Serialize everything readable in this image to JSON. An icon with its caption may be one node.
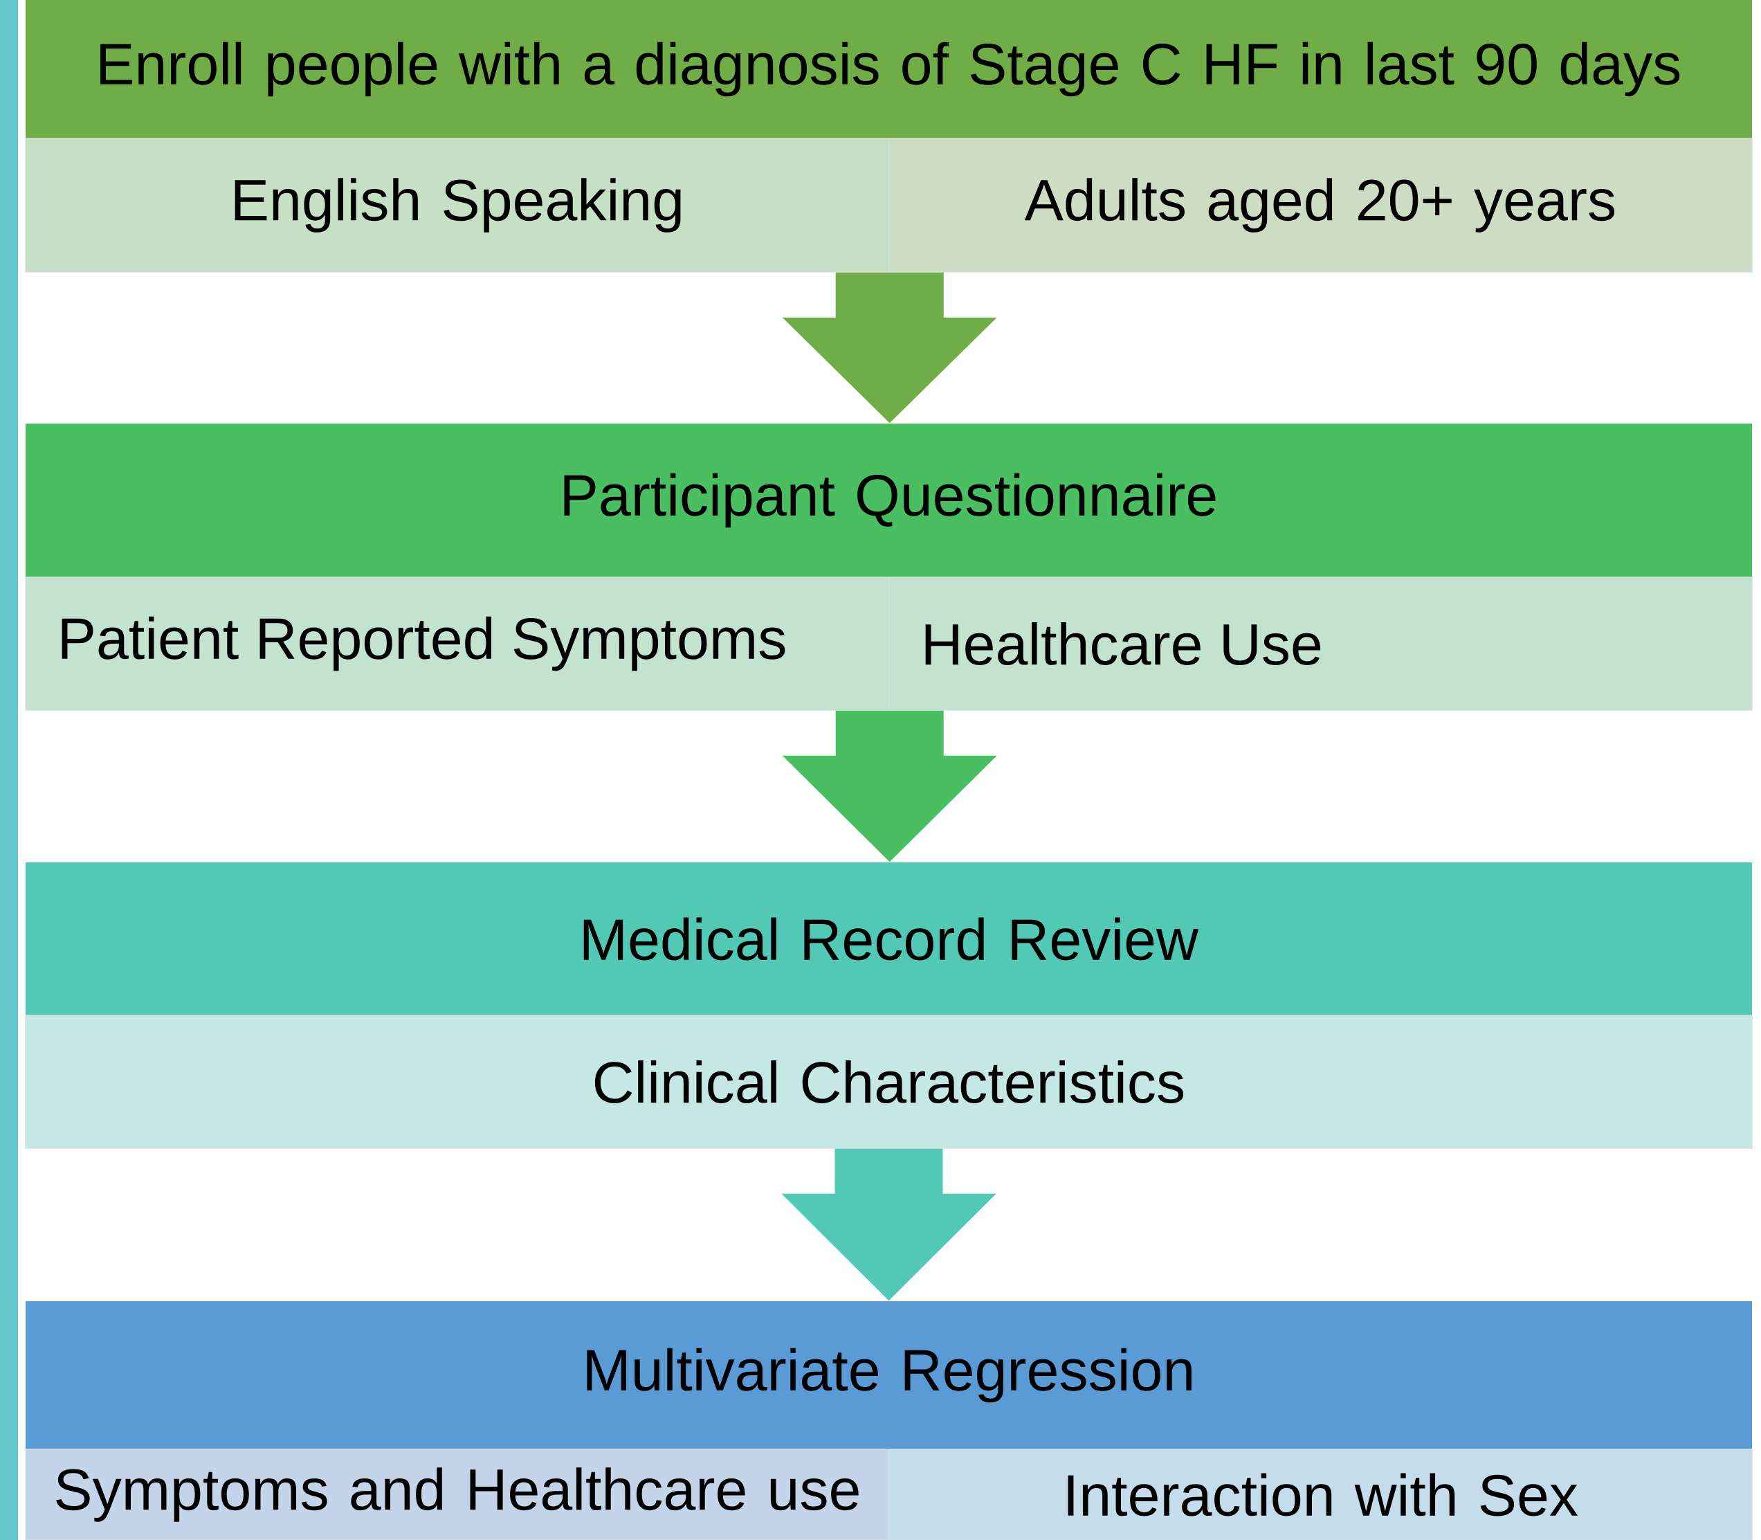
{
  "diagram": {
    "nodes": [
      {
        "text": [
          "Enroll people with a diagnosis of  Stage C HF in last 90 days"
        ]
      },
      {
        "text": [
          "English Speaking"
        ]
      },
      {
        "text": [
          "Adults aged 20+ years"
        ]
      },
      {
        "text": [
          "Participant Questionnaire"
        ]
      },
      {
        "text": [
          "Patient Reported Symptoms"
        ]
      },
      {
        "text": [
          "Healthcare Use"
        ]
      },
      {
        "text": [
          "Medical Record Review"
        ]
      },
      {
        "text": [
          "Clinical Characteristics"
        ]
      },
      {
        "text": [
          "Multivariate Regression"
        ]
      },
      {
        "text": [
          "Symptoms and Healthcare use"
        ]
      },
      {
        "text": [
          "Interaction with Sex"
        ]
      },
      {
        "text": [],
        "shape": "bar"
      }
    ],
    "edges": [
      {
        "from": 1,
        "to": 3,
        "arrow": "to",
        "style": "thick",
        "color": "#70ad47"
      },
      {
        "from": 4,
        "to": 6,
        "arrow": "to",
        "style": "thick",
        "color": "#49bf62"
      },
      {
        "from": 7,
        "to": 8,
        "arrow": "to",
        "style": "thick",
        "color": "#52c9b5"
      }
    ]
  }
}
